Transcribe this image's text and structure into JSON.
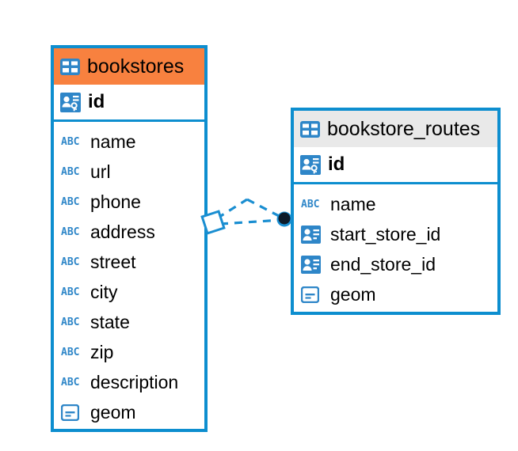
{
  "diagram": {
    "type": "entity-relationship-diagram",
    "background_color": "#ffffff",
    "accent_color": "#0d8ecf",
    "highlight_color": "#f8813f",
    "header_grey": "#e9e9e9",
    "entities": [
      {
        "name": "bookstores",
        "title": "bookstores",
        "header_style": "orange",
        "table_icon": "table-icon",
        "primary_key": {
          "label": "id",
          "icon": "primary-key-icon"
        },
        "fields": [
          {
            "label": "name",
            "icon": "abc-icon",
            "type_glyph": "ABC"
          },
          {
            "label": "url",
            "icon": "abc-icon",
            "type_glyph": "ABC"
          },
          {
            "label": "phone",
            "icon": "abc-icon",
            "type_glyph": "ABC"
          },
          {
            "label": "address",
            "icon": "abc-icon",
            "type_glyph": "ABC"
          },
          {
            "label": "street",
            "icon": "abc-icon",
            "type_glyph": "ABC"
          },
          {
            "label": "city",
            "icon": "abc-icon",
            "type_glyph": "ABC"
          },
          {
            "label": "state",
            "icon": "abc-icon",
            "type_glyph": "ABC"
          },
          {
            "label": "zip",
            "icon": "abc-icon",
            "type_glyph": "ABC"
          },
          {
            "label": "description",
            "icon": "abc-icon",
            "type_glyph": "ABC"
          },
          {
            "label": "geom",
            "icon": "geometry-icon",
            "type_glyph": ""
          }
        ]
      },
      {
        "name": "bookstore_routes",
        "title": "bookstore_routes",
        "header_style": "grey",
        "table_icon": "table-icon",
        "primary_key": {
          "label": "id",
          "icon": "primary-key-icon"
        },
        "fields": [
          {
            "label": "name",
            "icon": "abc-icon",
            "type_glyph": "ABC"
          },
          {
            "label": "start_store_id",
            "icon": "foreign-key-icon",
            "type_glyph": ""
          },
          {
            "label": "end_store_id",
            "icon": "foreign-key-icon",
            "type_glyph": ""
          },
          {
            "label": "geom",
            "icon": "geometry-icon",
            "type_glyph": ""
          }
        ]
      }
    ],
    "relationship": {
      "name": "bookstores-to-bookstore-routes",
      "source_entity": "bookstores",
      "target_entity": "bookstore_routes",
      "line_style": "dashed",
      "line_color": "#0d8ecf",
      "source_marker": "diamond-marker",
      "target_marker": "filled-circle-marker"
    }
  }
}
